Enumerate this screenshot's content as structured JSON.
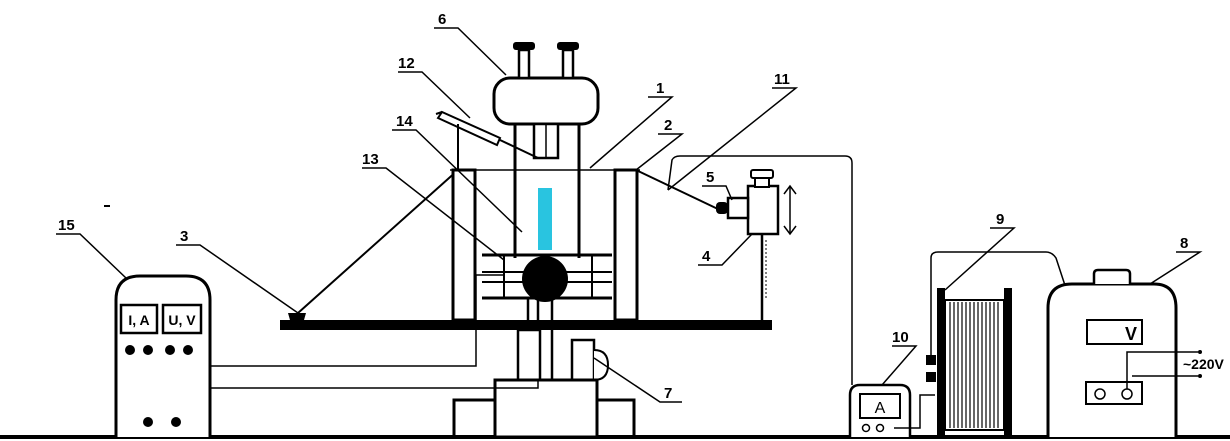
{
  "callouts": [
    "1",
    "2",
    "3",
    "4",
    "5",
    "6",
    "7",
    "8",
    "9",
    "10",
    "11",
    "12",
    "13",
    "14",
    "15"
  ],
  "meter_labels": {
    "current": "I, A",
    "voltage": "U, V",
    "ammeter": "A",
    "voltmeter": "V",
    "mains": "~220V"
  },
  "colors": {
    "line": "#000000",
    "rod": "#29c4e0",
    "background": "#ffffff"
  }
}
